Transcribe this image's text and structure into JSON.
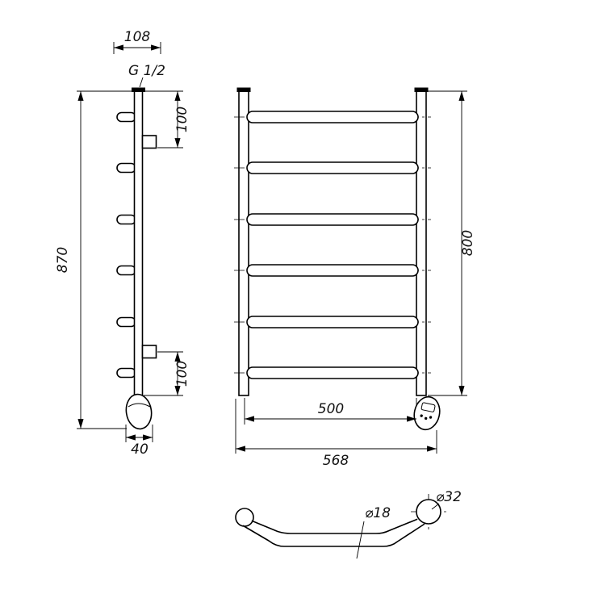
{
  "drawing": {
    "background": "#ffffff",
    "line_color": "#000000",
    "side_view": {
      "width_top": "108",
      "thread": "G 1/2",
      "height": "870",
      "spacing_top": "100",
      "spacing_bottom": "100",
      "depth": "40"
    },
    "front_view": {
      "height": "800",
      "width_inner": "500",
      "width_outer": "568"
    },
    "top_view": {
      "bar_diameter": "⌀18",
      "post_diameter": "⌀32"
    }
  }
}
